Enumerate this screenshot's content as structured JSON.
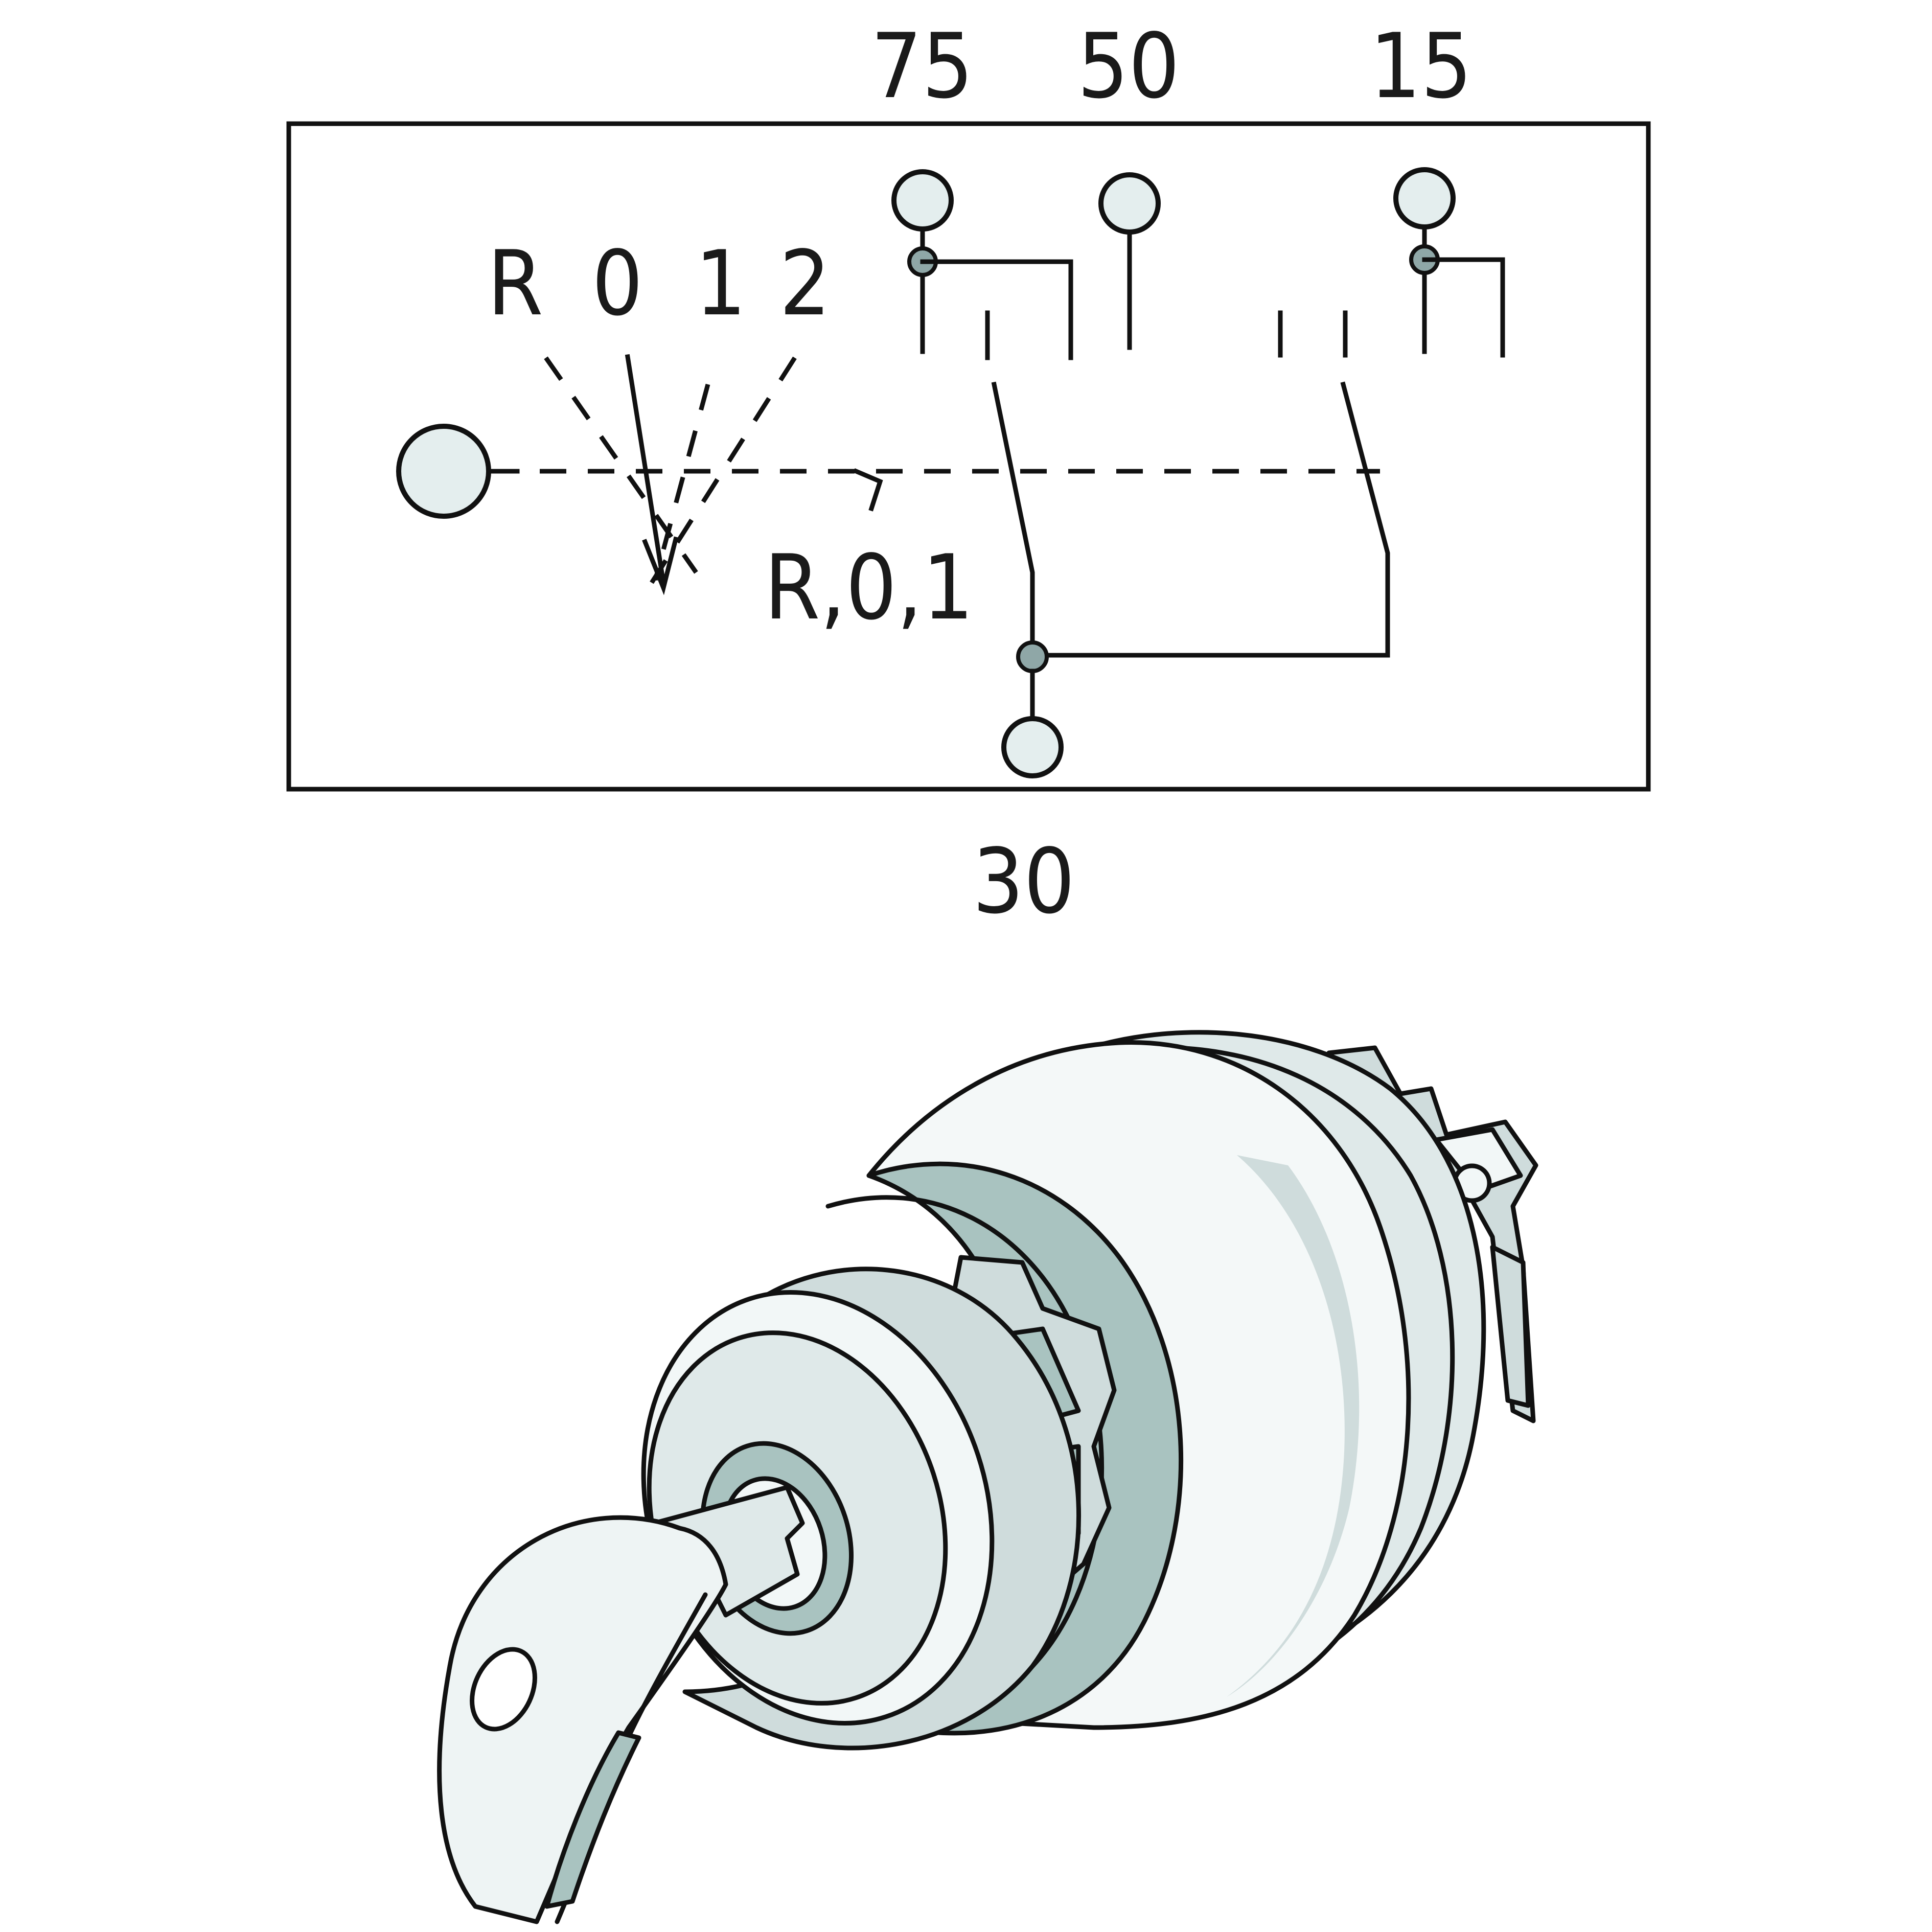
{
  "diagram": {
    "terminals": {
      "t75": "75",
      "t50": "50",
      "t15": "15",
      "t30": "30"
    },
    "positions": {
      "r": "R",
      "p0": "0",
      "p1": "1",
      "p2": "2"
    },
    "hold_label": "R,0,1"
  },
  "colors": {
    "line": "#111111",
    "terminal_fill": "#e4eeee",
    "node_fill": "#8fa7a7",
    "body_light": "#f2f7f7",
    "body_mid": "#cfdcdc",
    "body_dark": "#a9c3c0"
  },
  "illustration": {
    "key_switch_icon": "key-switch-icon"
  }
}
